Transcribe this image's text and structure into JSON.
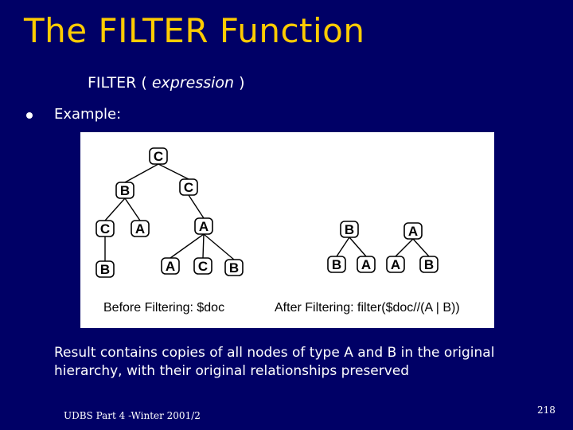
{
  "slide": {
    "title": "The FILTER Function",
    "syntax_keyword": "FILTER",
    "syntax_open": "(",
    "syntax_arg": "expression",
    "syntax_close": ")",
    "bullet_text": "Example:",
    "result_text": "Result contains copies of all nodes of type A and B in the original hierarchy, with their original relationships preserved",
    "footer": "UDBS Part 4 -Winter 2001/2",
    "page_number": "218"
  },
  "figure": {
    "before_caption": "Before Filtering: $doc",
    "after_caption": "After Filtering: filter($doc//(A | B))",
    "before_tree": {
      "nodes": [
        {
          "id": "n1",
          "label": "C"
        },
        {
          "id": "n2",
          "label": "B"
        },
        {
          "id": "n3",
          "label": "C"
        },
        {
          "id": "n4",
          "label": "C"
        },
        {
          "id": "n5",
          "label": "A"
        },
        {
          "id": "n6",
          "label": "A"
        },
        {
          "id": "n7",
          "label": "B"
        },
        {
          "id": "n8",
          "label": "A"
        },
        {
          "id": "n9",
          "label": "C"
        },
        {
          "id": "n10",
          "label": "B"
        }
      ],
      "edges": [
        [
          "n1",
          "n2"
        ],
        [
          "n1",
          "n3"
        ],
        [
          "n2",
          "n4"
        ],
        [
          "n2",
          "n5"
        ],
        [
          "n3",
          "n6"
        ],
        [
          "n4",
          "n7"
        ],
        [
          "n6",
          "n8"
        ],
        [
          "n6",
          "n9"
        ],
        [
          "n6",
          "n10"
        ]
      ]
    },
    "after_tree": {
      "nodes": [
        {
          "id": "m1",
          "label": "B"
        },
        {
          "id": "m2",
          "label": "A"
        },
        {
          "id": "m3",
          "label": "B"
        },
        {
          "id": "m4",
          "label": "A"
        },
        {
          "id": "m5",
          "label": "A"
        },
        {
          "id": "m6",
          "label": "B"
        }
      ],
      "edges": [
        [
          "m1",
          "m3"
        ],
        [
          "m1",
          "m4"
        ],
        [
          "m2",
          "m5"
        ],
        [
          "m2",
          "m6"
        ]
      ]
    }
  }
}
